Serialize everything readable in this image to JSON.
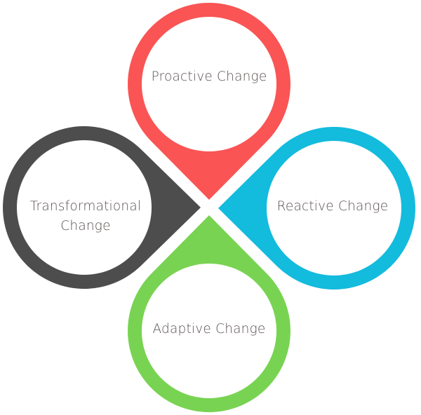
{
  "diagram": {
    "type": "four-petal cycle diagram",
    "text_color": "#5b5151",
    "nodes": [
      {
        "id": "proactive",
        "position": "top",
        "label_lines": [
          "Proactive Change"
        ],
        "color": "#fa5454"
      },
      {
        "id": "reactive",
        "position": "right",
        "label_lines": [
          "Reactive Change"
        ],
        "color": "#13bbdd"
      },
      {
        "id": "adaptive",
        "position": "bottom",
        "label_lines": [
          "Adaptive Change"
        ],
        "color": "#78d352"
      },
      {
        "id": "transformational",
        "position": "left",
        "label_lines": [
          "Transformational",
          "Change"
        ],
        "color": "#4d4d4d"
      }
    ]
  }
}
